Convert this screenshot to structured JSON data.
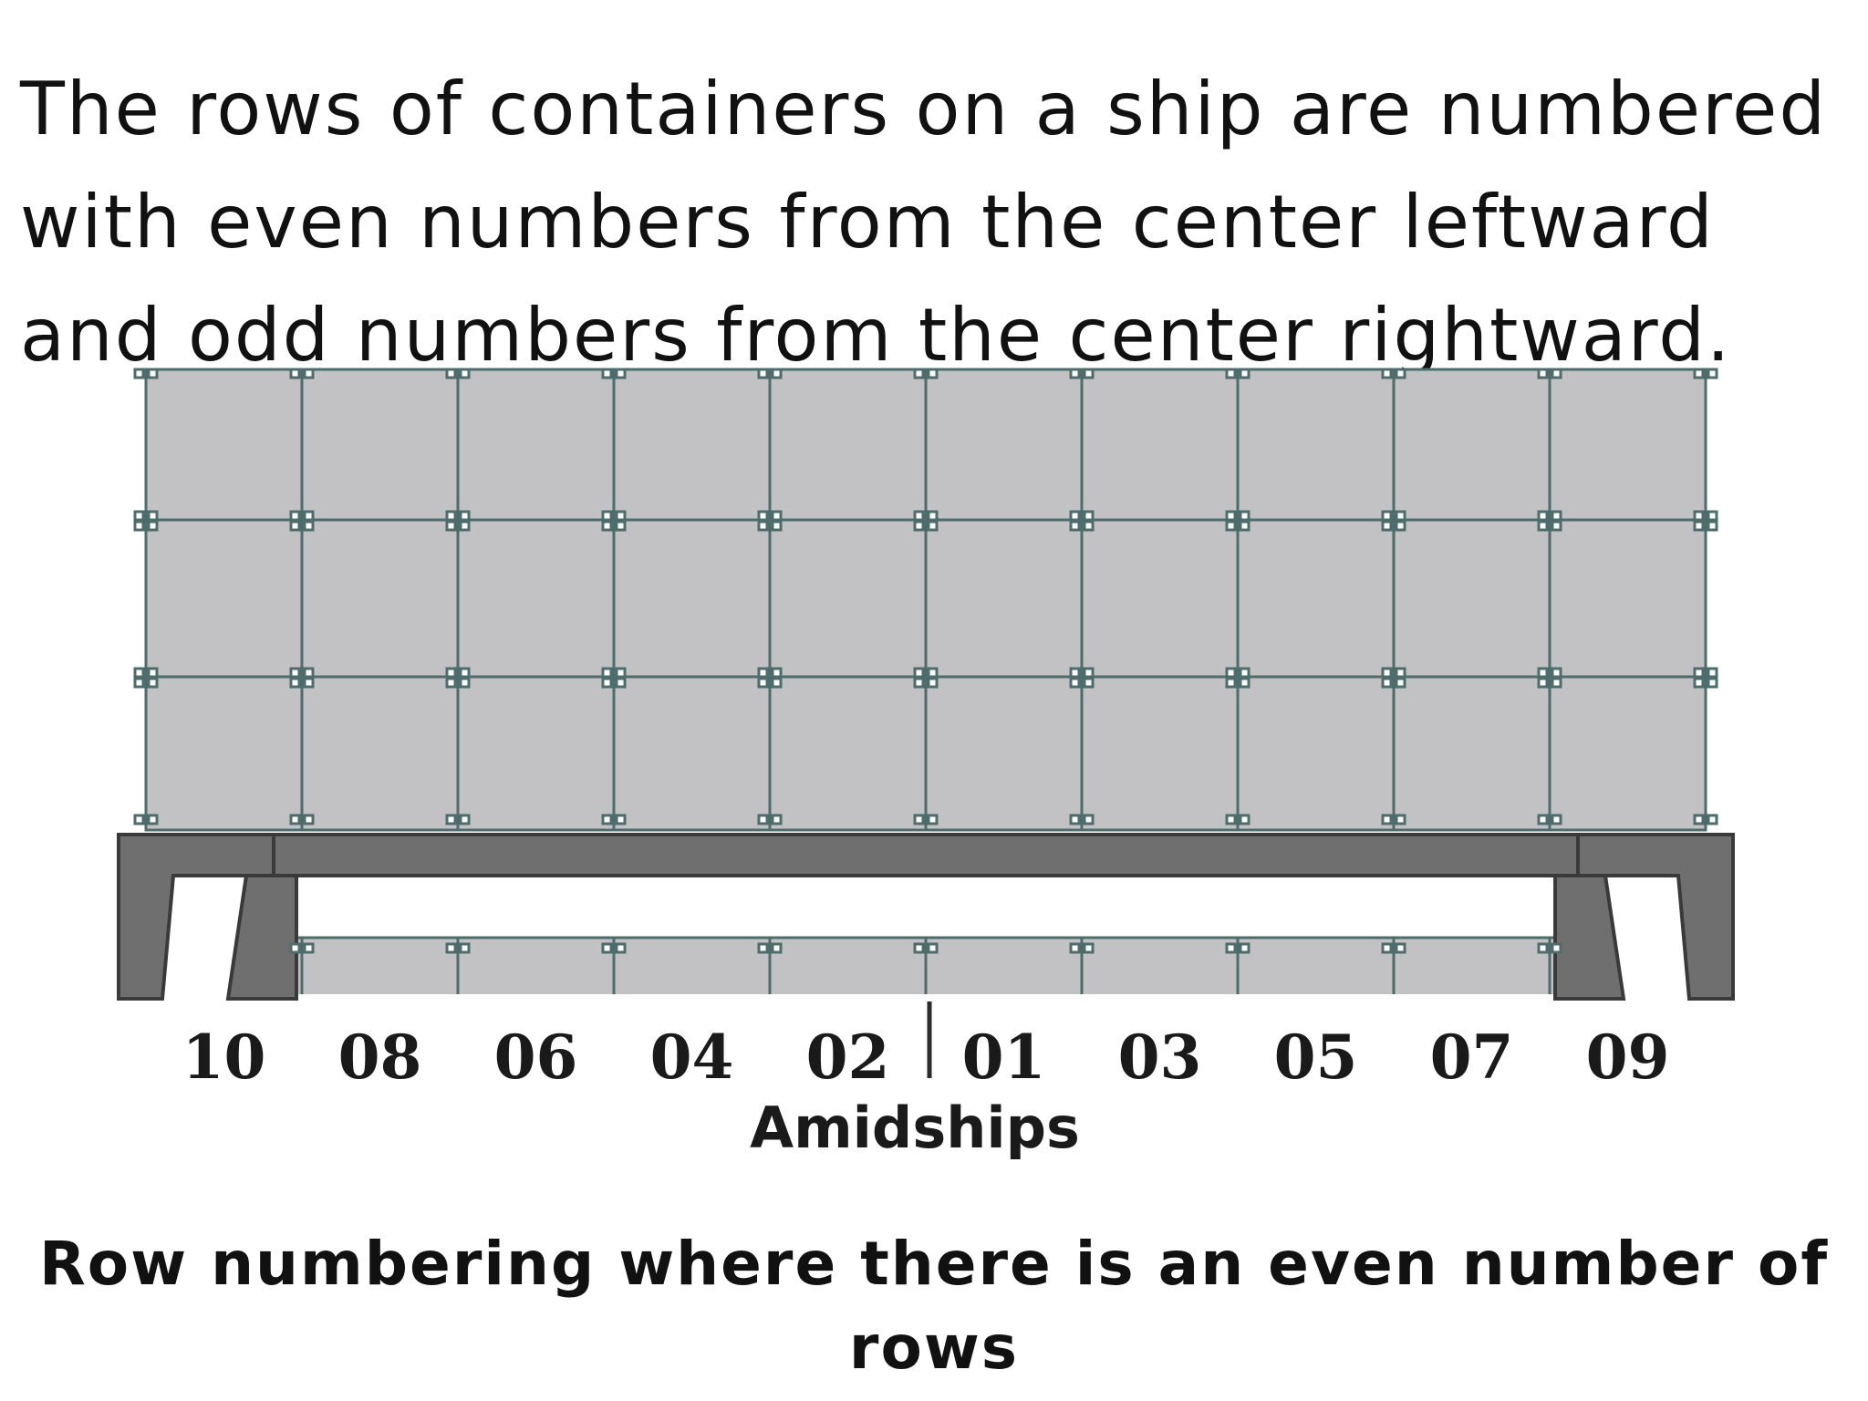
{
  "intro_text": "The rows of containers on a ship are numbered with even numbers from the center leftward and odd numbers from the center rightward.",
  "caption": "Row numbering where there is an even number of rows",
  "diagram": {
    "row_labels": [
      "10",
      "08",
      "06",
      "04",
      "02",
      "01",
      "03",
      "05",
      "07",
      "09"
    ],
    "centerline_label": "Amidships",
    "colors": {
      "container_fill": "#c2c1c3",
      "container_edge": "#4d6c6b",
      "hull": "#6f6f70",
      "hull_edge": "#3a3a3a"
    }
  }
}
